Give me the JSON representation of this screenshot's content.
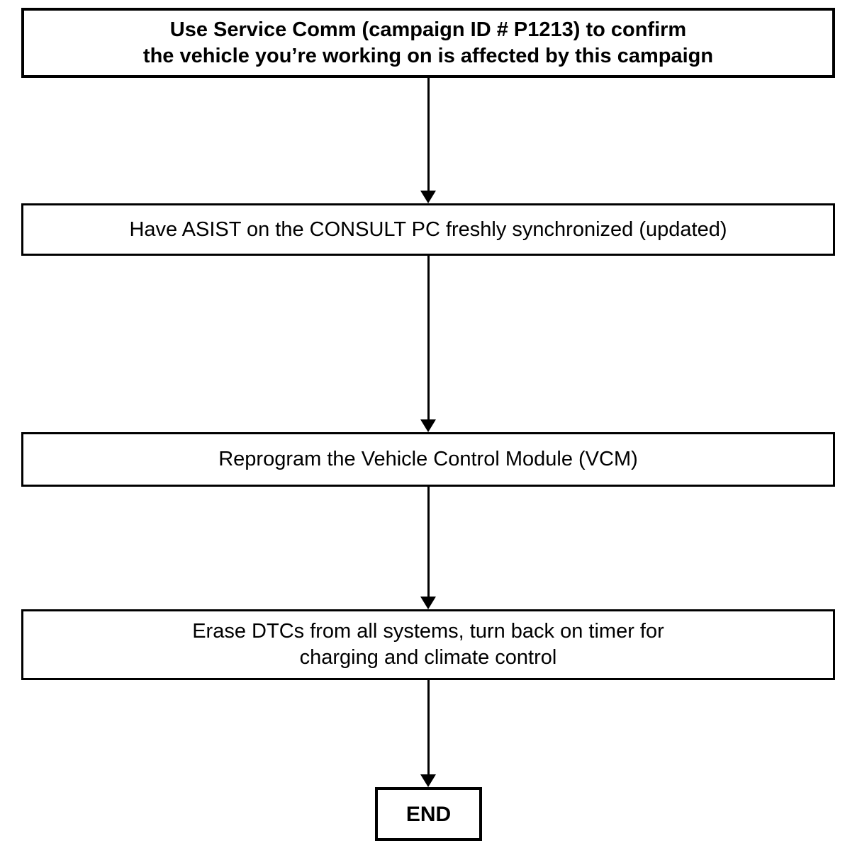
{
  "colors": {
    "line": "#000000",
    "text": "#000000",
    "background": "#ffffff"
  },
  "flowchart": {
    "steps": [
      {
        "lines": [
          "Use Service Comm (campaign ID # P1213) to confirm",
          "the vehicle you’re working on is affected by this campaign"
        ]
      },
      {
        "lines": [
          "Have ASIST on the CONSULT PC freshly synchronized (updated)"
        ]
      },
      {
        "lines": [
          "Reprogram the Vehicle Control Module (VCM)"
        ]
      },
      {
        "lines": [
          "Erase DTCs from all systems, turn back on timer for",
          "charging and climate control"
        ]
      },
      {
        "lines": [
          "END"
        ]
      }
    ]
  }
}
